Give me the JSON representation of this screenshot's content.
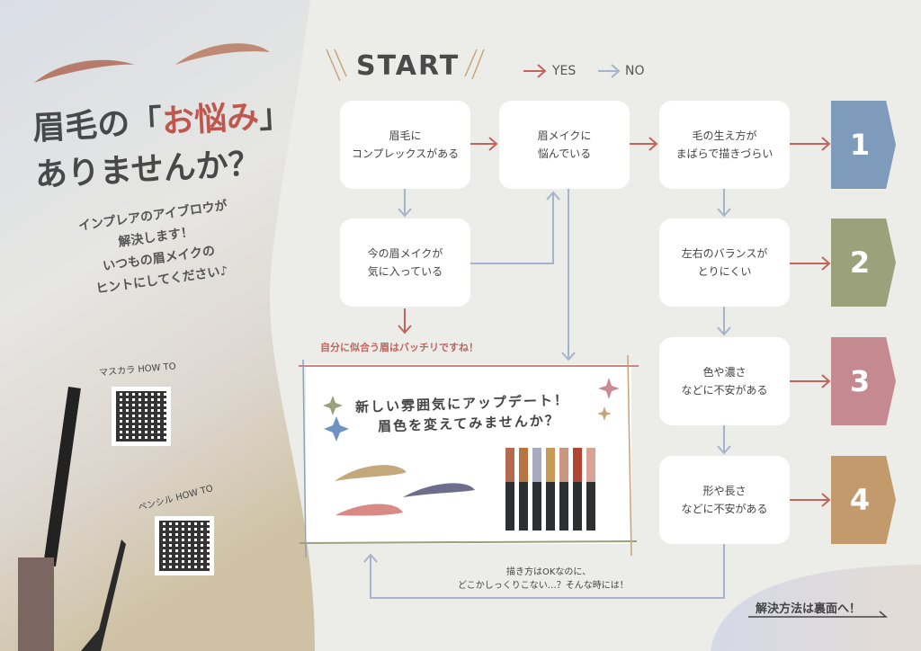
{
  "header": {
    "title_part1": "眉毛の「",
    "title_highlight": "お悩み",
    "title_part2": "」",
    "title_line2": "ありませんか？",
    "subtitle": "インプレアのアイブロウが\n解決します！\nいつもの眉メイクの\nヒントにしてください♪"
  },
  "qr": {
    "mascara_label": "マスカラ HOW TO",
    "pencil_label": "ペンシル HOW TO"
  },
  "flow": {
    "start": "START",
    "legend": {
      "yes": "YES",
      "no": "NO"
    },
    "boxes": [
      "眉毛に\nコンプレックスがある",
      "眉メイクに\n悩んでいる",
      "毛の生え方が\nまばらで描きづらい",
      "今の眉メイクが\n気に入っている",
      "左右のバランスが\nとりにくい",
      "色や濃さ\nなどに不安がある",
      "形や長さ\nなどに不安がある"
    ],
    "results": [
      "1",
      "2",
      "3",
      "4"
    ],
    "ok_note": "自分に似合う眉はバッチリですね！",
    "loop_note_line1": "描き方はOKなのに、",
    "loop_note_line2": "どこかしっくりこない…？そんな時には！"
  },
  "panel": {
    "line1": "新しい雰囲気にアップデート！",
    "line2": "眉色を変えてみませんか？"
  },
  "footer": {
    "back_note": "解決方法は裏面へ！"
  },
  "colors": {
    "yes": "#c0655e",
    "no": "#a6b4cb",
    "r1": "#7f9bbb",
    "r2": "#9ba17a",
    "r3": "#c58a8f",
    "r4": "#c29a6b"
  }
}
